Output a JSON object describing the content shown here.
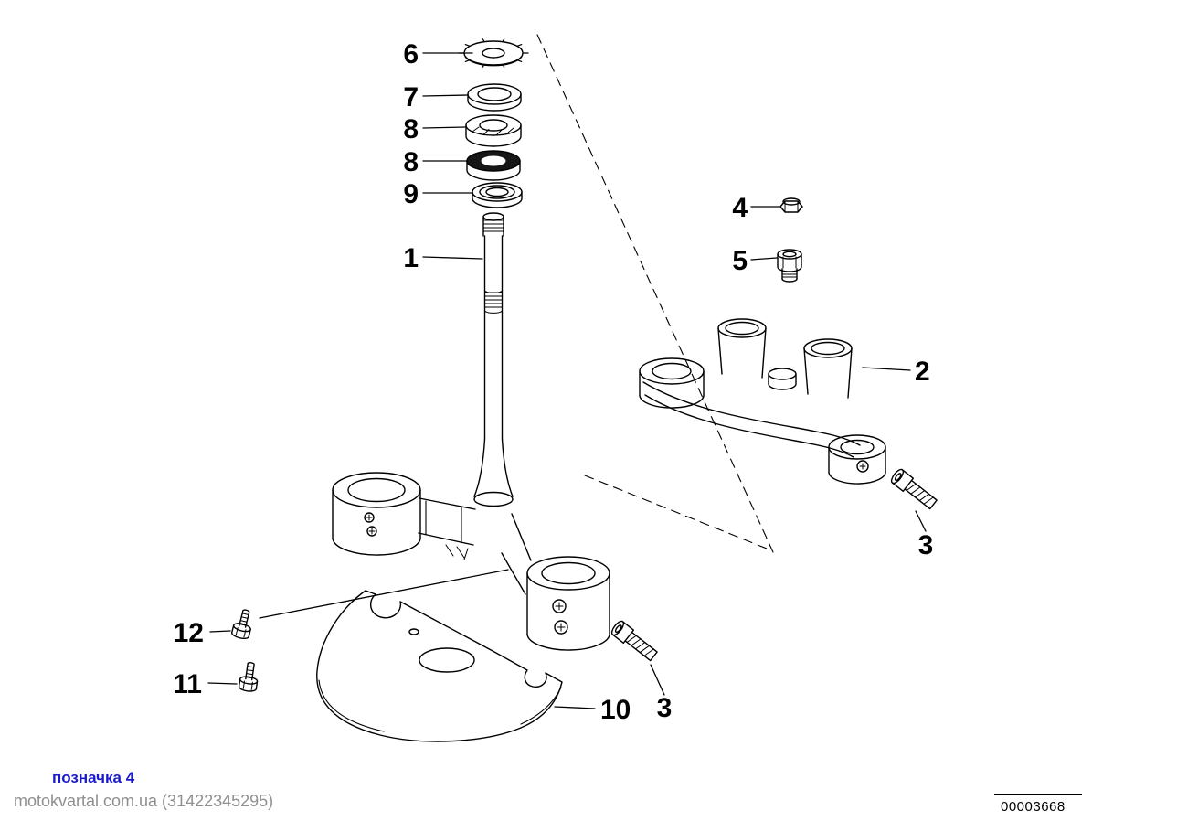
{
  "page": {
    "background_color": "#ffffff",
    "line_color": "#000000"
  },
  "callouts": [
    {
      "label": "6"
    },
    {
      "label": "7"
    },
    {
      "label": "8"
    },
    {
      "label": "8"
    },
    {
      "label": "9"
    },
    {
      "label": "1"
    },
    {
      "label": "4"
    },
    {
      "label": "5"
    },
    {
      "label": "2"
    },
    {
      "label": "3"
    },
    {
      "label": "3"
    },
    {
      "label": "10"
    },
    {
      "label": "11"
    },
    {
      "label": "12"
    }
  ],
  "footer": {
    "note": "позначка 4",
    "note_color": "#1b1acb",
    "watermark": "motokvartal.com.ua (31422345295)",
    "watermark_color": "#8f8f8f",
    "doc_number": "00003668"
  }
}
